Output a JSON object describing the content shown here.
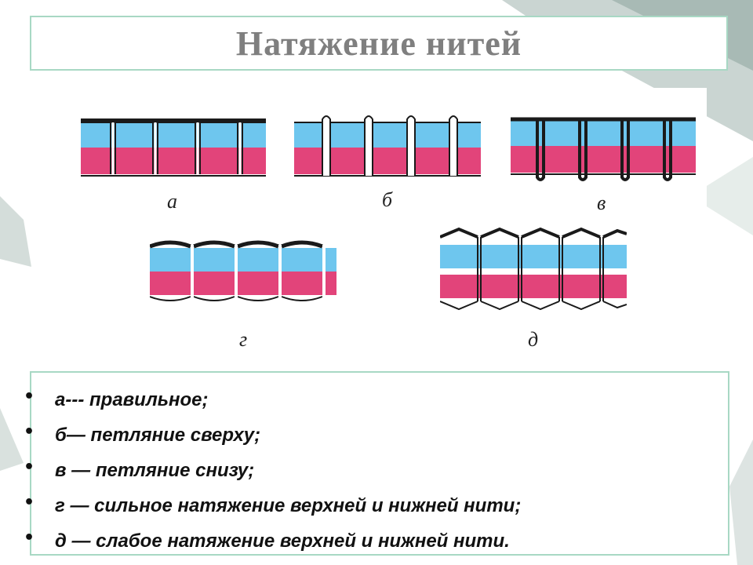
{
  "title": "Натяжение нитей",
  "colors": {
    "upper_fabric": "#6ec6ee",
    "lower_fabric": "#e2447a",
    "thread": "#1a1a1a",
    "frame": "#a8d8c4",
    "title": "#7f7f7f",
    "decor": "#9fb3ad"
  },
  "diagrams": [
    {
      "id": "a",
      "label": "а"
    },
    {
      "id": "b",
      "label": "б"
    },
    {
      "id": "v",
      "label": "в"
    },
    {
      "id": "g",
      "label": "г"
    },
    {
      "id": "d",
      "label": "д"
    }
  ],
  "items": [
    {
      "text": "а--- правильное;"
    },
    {
      "text": "б— петляние сверху;"
    },
    {
      "text": "в — петляние снизу;"
    },
    {
      "text": " г — сильное натяжение верхней и нижней нити;"
    },
    {
      "text": "д — слабое натяжение верхней и нижней нити."
    }
  ],
  "bullet_glyph": "•"
}
